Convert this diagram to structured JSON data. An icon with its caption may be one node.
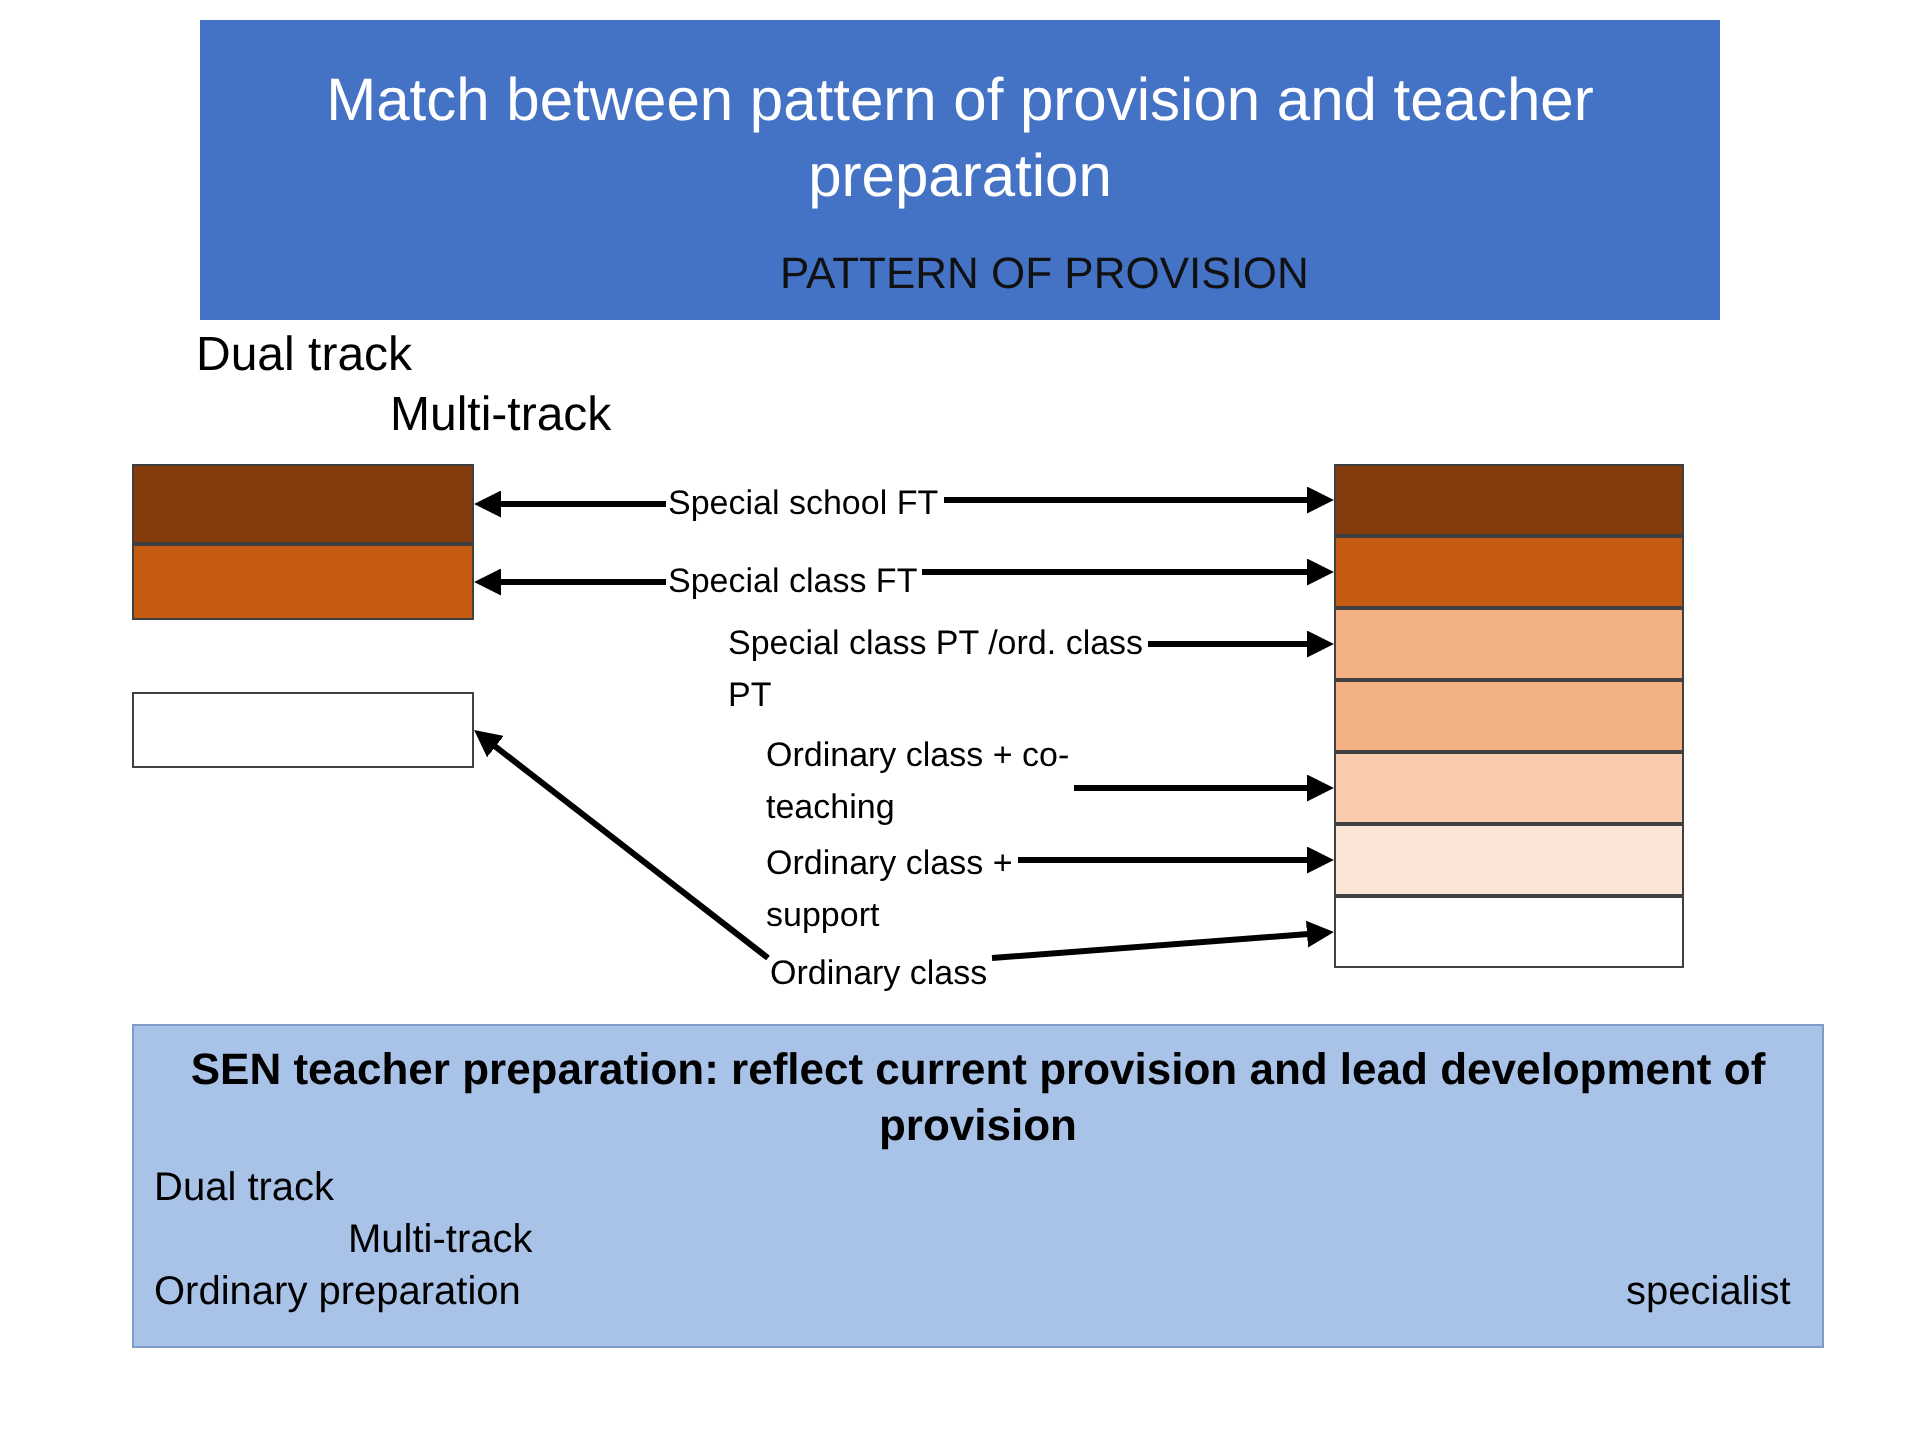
{
  "diagram": {
    "title": "Match between pattern of provision and teacher preparation",
    "nodes": [
      {
        "text": [],
        "shape": "box"
      },
      {
        "text": [],
        "shape": "box"
      },
      {
        "text": [],
        "shape": "box"
      },
      {
        "text": [
          "Special school FT"
        ]
      },
      {
        "text": [
          "Special class FT"
        ]
      },
      {
        "text": [
          "Special class PT /ord. class PT"
        ]
      },
      {
        "text": [
          "Ordinary class + co-teaching"
        ]
      },
      {
        "text": [
          "Ordinary class + support"
        ]
      },
      {
        "text": [
          "Ordinary class"
        ]
      },
      {
        "text": [],
        "shape": "box"
      },
      {
        "text": [],
        "shape": "box"
      },
      {
        "text": [],
        "shape": "box"
      },
      {
        "text": [],
        "shape": "box"
      },
      {
        "text": [],
        "shape": "box"
      },
      {
        "text": [],
        "shape": "box"
      },
      {
        "text": [],
        "shape": "box"
      },
      {
        "text": [
          "SEN teacher preparation: reflect current provision and lead development of provision",
          "Dual track",
          "Multi-track",
          "Ordinary preparation",
          "specialist"
        ]
      }
    ],
    "edges": [
      {
        "from": 3,
        "to": 0,
        "arrow": "to"
      },
      {
        "from": 3,
        "to": 9,
        "arrow": "to"
      },
      {
        "from": 4,
        "to": 1,
        "arrow": "to"
      },
      {
        "from": 4,
        "to": 10,
        "arrow": "to"
      },
      {
        "from": 5,
        "to": 11,
        "arrow": "to"
      },
      {
        "from": 6,
        "to": 13,
        "arrow": "to"
      },
      {
        "from": 7,
        "to": 14,
        "arrow": "to"
      },
      {
        "from": 8,
        "to": 15,
        "arrow": "to"
      },
      {
        "from": 8,
        "to": 2,
        "arrow": "to"
      }
    ],
    "labels": [
      "PATTERN OF PROVISION",
      "Dual track",
      "Multi-track"
    ]
  }
}
